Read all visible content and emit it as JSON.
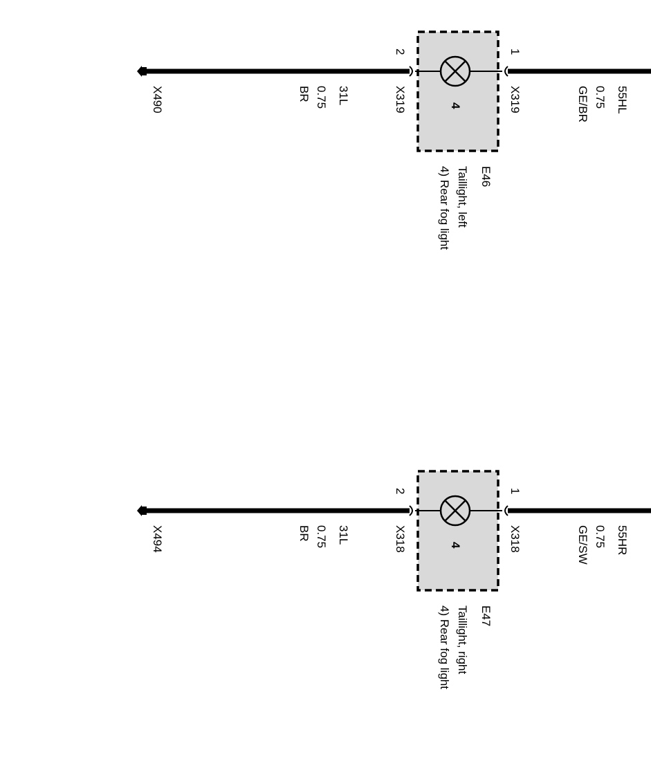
{
  "colors": {
    "wire": "#000000",
    "component_fill": "#d9d9d9",
    "component_border": "#000000",
    "background": "#ffffff"
  },
  "circuits": [
    {
      "component": {
        "id": "E46",
        "name": "Taillight, left",
        "function": "4) Rear fog light",
        "function_marker": "4",
        "symbol": "lamp-icon"
      },
      "pin_left": {
        "number": "2",
        "connector": "X319"
      },
      "pin_right": {
        "number": "1",
        "connector": "X319"
      },
      "left_wire": {
        "code": "31L",
        "gauge": "0.75",
        "color": "BR",
        "ground": "X490"
      },
      "right_wire": {
        "code": "55HL",
        "gauge": "0.75",
        "color": "GE/BR"
      }
    },
    {
      "component": {
        "id": "E47",
        "name": "Taillight, right",
        "function": "4) Rear fog light",
        "function_marker": "4",
        "symbol": "lamp-icon"
      },
      "pin_left": {
        "number": "2",
        "connector": "X318"
      },
      "pin_right": {
        "number": "1",
        "connector": "X318"
      },
      "left_wire": {
        "code": "31L",
        "gauge": "0.75",
        "color": "BR",
        "ground": "X494"
      },
      "right_wire": {
        "code": "55HR",
        "gauge": "0.75",
        "color": "GE/SW"
      }
    }
  ]
}
